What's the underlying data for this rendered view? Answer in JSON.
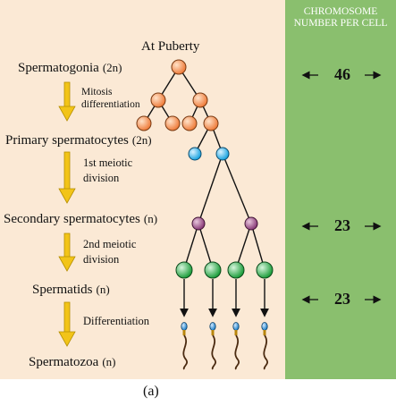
{
  "colors": {
    "left_panel": "#fbe9d5",
    "right_panel": "#8abf6e",
    "arrow": "#f2c418",
    "spermatogonia_cell": "#ef7d3c",
    "primary_cell": "#19a3e0",
    "secondary_cell": "#8a3b78",
    "spermatid_cell": "#1e9e3c",
    "spermatozoa_head": "#1e7fc8"
  },
  "diagram": {
    "title": "At Puberty",
    "header": "CHROMOSOME NUMBER PER CELL",
    "caption": "(a)",
    "stages": [
      {
        "name": "Spermatogonia",
        "ploidy": "(2n)"
      },
      {
        "name": "Primary spermatocytes",
        "ploidy": "(2n)"
      },
      {
        "name": "Secondary spermatocytes",
        "ploidy": "(n)"
      },
      {
        "name": "Spermatids",
        "ploidy": "(n)"
      },
      {
        "name": "Spermatozoa",
        "ploidy": "(n)"
      }
    ],
    "transitions": [
      "Mitosis differentiation",
      "1st meiotic division",
      "2nd meiotic division",
      "Differentiation"
    ],
    "chromosome_numbers": [
      "46",
      "23",
      "23"
    ]
  }
}
